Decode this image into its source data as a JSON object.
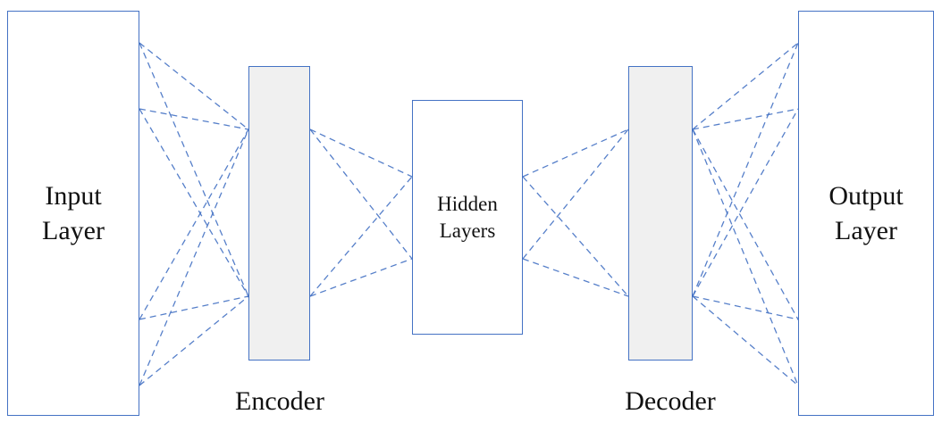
{
  "diagram": {
    "colors": {
      "accent": "#4472c4",
      "coder_fill": "#f0f0f0",
      "node_fill": "#ffffff"
    },
    "nodes": {
      "input": {
        "label": "Input\nLayer"
      },
      "encoder": {
        "label": "Encoder"
      },
      "hidden": {
        "label": "Hidden\nLayers"
      },
      "decoder": {
        "label": "Decoder"
      },
      "output": {
        "label": "Output\nLayer"
      }
    },
    "line_style": {
      "dash": "7 5",
      "width": 1.3,
      "opacity": 0.9
    },
    "edges": [
      [
        156,
        48,
        278,
        145
      ],
      [
        156,
        48,
        278,
        332
      ],
      [
        156,
        122,
        278,
        145
      ],
      [
        156,
        122,
        278,
        332
      ],
      [
        156,
        358,
        278,
        145
      ],
      [
        156,
        358,
        278,
        332
      ],
      [
        156,
        432,
        278,
        145
      ],
      [
        156,
        432,
        278,
        332
      ],
      [
        347,
        145,
        461,
        198
      ],
      [
        347,
        145,
        461,
        290
      ],
      [
        347,
        332,
        461,
        198
      ],
      [
        347,
        332,
        461,
        290
      ],
      [
        585,
        198,
        703,
        145
      ],
      [
        585,
        198,
        703,
        332
      ],
      [
        585,
        290,
        703,
        145
      ],
      [
        585,
        290,
        703,
        332
      ],
      [
        775,
        145,
        893,
        48
      ],
      [
        775,
        145,
        893,
        122
      ],
      [
        775,
        145,
        893,
        358
      ],
      [
        775,
        145,
        893,
        432
      ],
      [
        775,
        332,
        893,
        48
      ],
      [
        775,
        332,
        893,
        122
      ],
      [
        775,
        332,
        893,
        358
      ],
      [
        775,
        332,
        893,
        432
      ]
    ]
  }
}
